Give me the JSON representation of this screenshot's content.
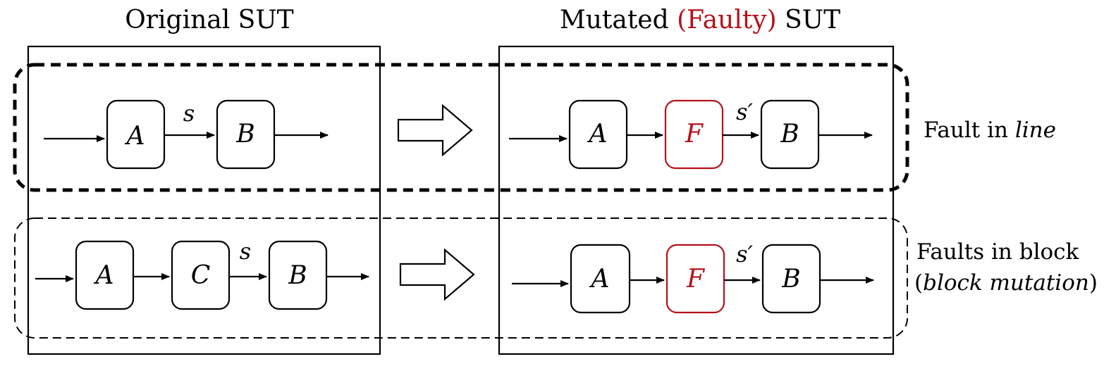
{
  "titles": {
    "left": "Original SUT",
    "right_prefix": "Mutated ",
    "right_faulty": "(Faulty)",
    "right_suffix": " SUT"
  },
  "colors": {
    "faulty": "#b5121b",
    "stroke": "#000000"
  },
  "annotations": {
    "line_fault_prefix": "Fault in ",
    "line_fault_term": "line",
    "block_fault_line1": "Faults in block",
    "block_fault_open": "(",
    "block_fault_term": "block mutation",
    "block_fault_close": ")"
  },
  "rows": {
    "line": {
      "original": {
        "blocks": [
          "A",
          "B"
        ],
        "signal": "s"
      },
      "mutated": {
        "blocks": [
          "A",
          "F",
          "B"
        ],
        "signal": "s′"
      }
    },
    "block": {
      "original": {
        "blocks": [
          "A",
          "C",
          "B"
        ],
        "signal": "s"
      },
      "mutated": {
        "blocks": [
          "A",
          "F",
          "B"
        ],
        "signal": "s′"
      }
    }
  }
}
